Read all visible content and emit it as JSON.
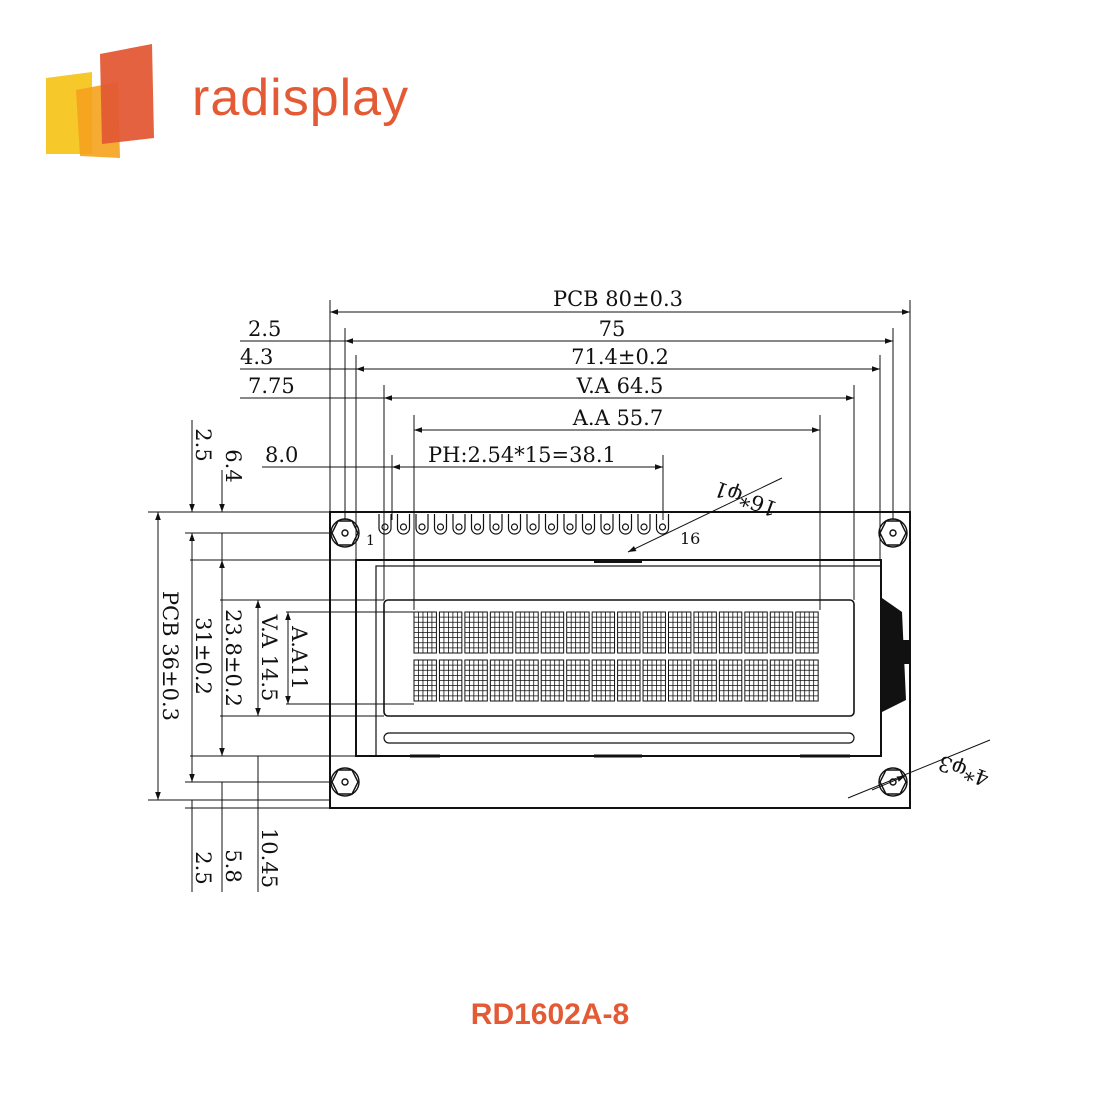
{
  "brand": {
    "name": "radisplay",
    "color_primary": "#e35a35",
    "color_secondary": "#f7c51f"
  },
  "model": {
    "label": "RD1602A-8",
    "color": "#e35a35"
  },
  "dimensions": {
    "pcb_width": "PCB 80±0.3",
    "hole_span": "75",
    "bezel_width": "71.4±0.2",
    "view_area_width": "V.A 64.5",
    "active_area_width": "A.A 55.7",
    "pin_pitch": "PH:2.54*15=38.1",
    "left_2_5": "2.5",
    "left_4_3": "4.3",
    "left_7_75": "7.75",
    "left_8_0": "8.0",
    "pcb_height": "PCB 36±0.3",
    "bezel_height": "31±0.2",
    "view_area_height_outer": "23.8±0.2",
    "view_area_height": "V.A 14.5",
    "active_area_height": "A.A11",
    "top_2_5": "2.5",
    "top_6_4": "6.4",
    "bottom_2_5": "2.5",
    "bottom_5_8": "5.8",
    "bottom_10_45": "10.45",
    "pin_holes": "16*φ1",
    "mount_holes": "4*φ3",
    "pin_first": "1",
    "pin_last": "16"
  }
}
